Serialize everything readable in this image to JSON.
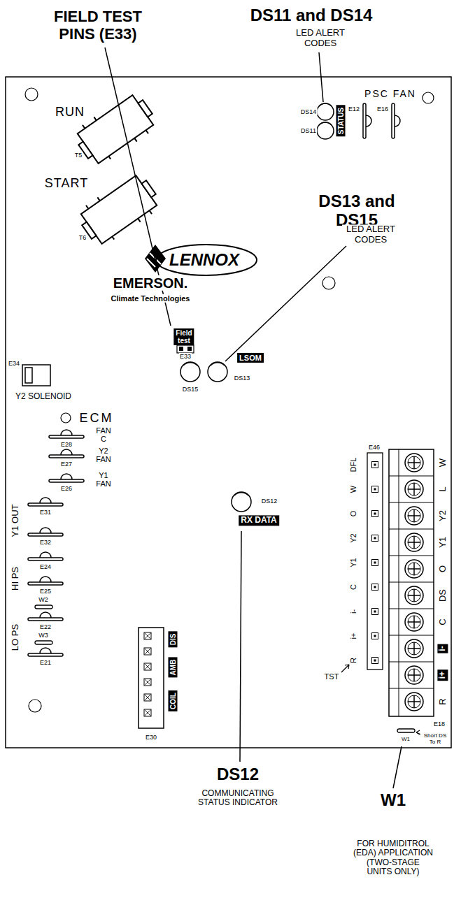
{
  "diagram": {
    "nodes": [
      {
        "text": [
          "STATUS"
        ]
      },
      {
        "text": [
          "Field test"
        ]
      },
      {
        "text": [
          "LSOM"
        ]
      },
      {
        "text": [
          "RX DATA"
        ]
      },
      {
        "text": [
          "DIS"
        ]
      },
      {
        "text": [
          "AMB"
        ]
      },
      {
        "text": [
          "COIL"
        ]
      },
      {
        "text": [
          "i-"
        ]
      },
      {
        "text": [
          "i+"
        ]
      }
    ],
    "labels": [
      "FIELD TEST PINS (E33)",
      "DS11 and DS14",
      "LED ALERT CODES",
      "DS13 and DS15",
      "LED ALERT CODES",
      "DS12",
      "COMMUNICATING STATUS INDICATOR",
      "W1",
      "FOR HUMIDITROL (EDA) APPLICATION (TWO-STAGE UNITS ONLY)",
      "RUN",
      "T5",
      "START",
      "T6",
      "LENNOX",
      "EMERSON.",
      "Climate Technologies",
      "E34",
      "Y2 SOLENOID",
      "ECM",
      "E28",
      "FAN C",
      "E27",
      "Y2 FAN",
      "E26",
      "Y1 FAN",
      "Y1 OUT",
      "E31",
      "E32",
      "HI PS",
      "E24",
      "E25",
      "W2",
      "LO PS",
      "E22",
      "W3",
      "E21",
      "E33",
      "DS15",
      "DS13",
      "PSC FAN",
      "E12",
      "E16",
      "DS14",
      "DS11",
      "DS12",
      "E46",
      "DFL",
      "W",
      "O",
      "Y2",
      "Y1",
      "C",
      "i-",
      "i+",
      "R",
      "TST",
      "W",
      "L",
      "Y2",
      "Y1",
      "O",
      "DS",
      "C",
      "R",
      "E18",
      "W1",
      "Short DS To R",
      "E30"
    ]
  }
}
